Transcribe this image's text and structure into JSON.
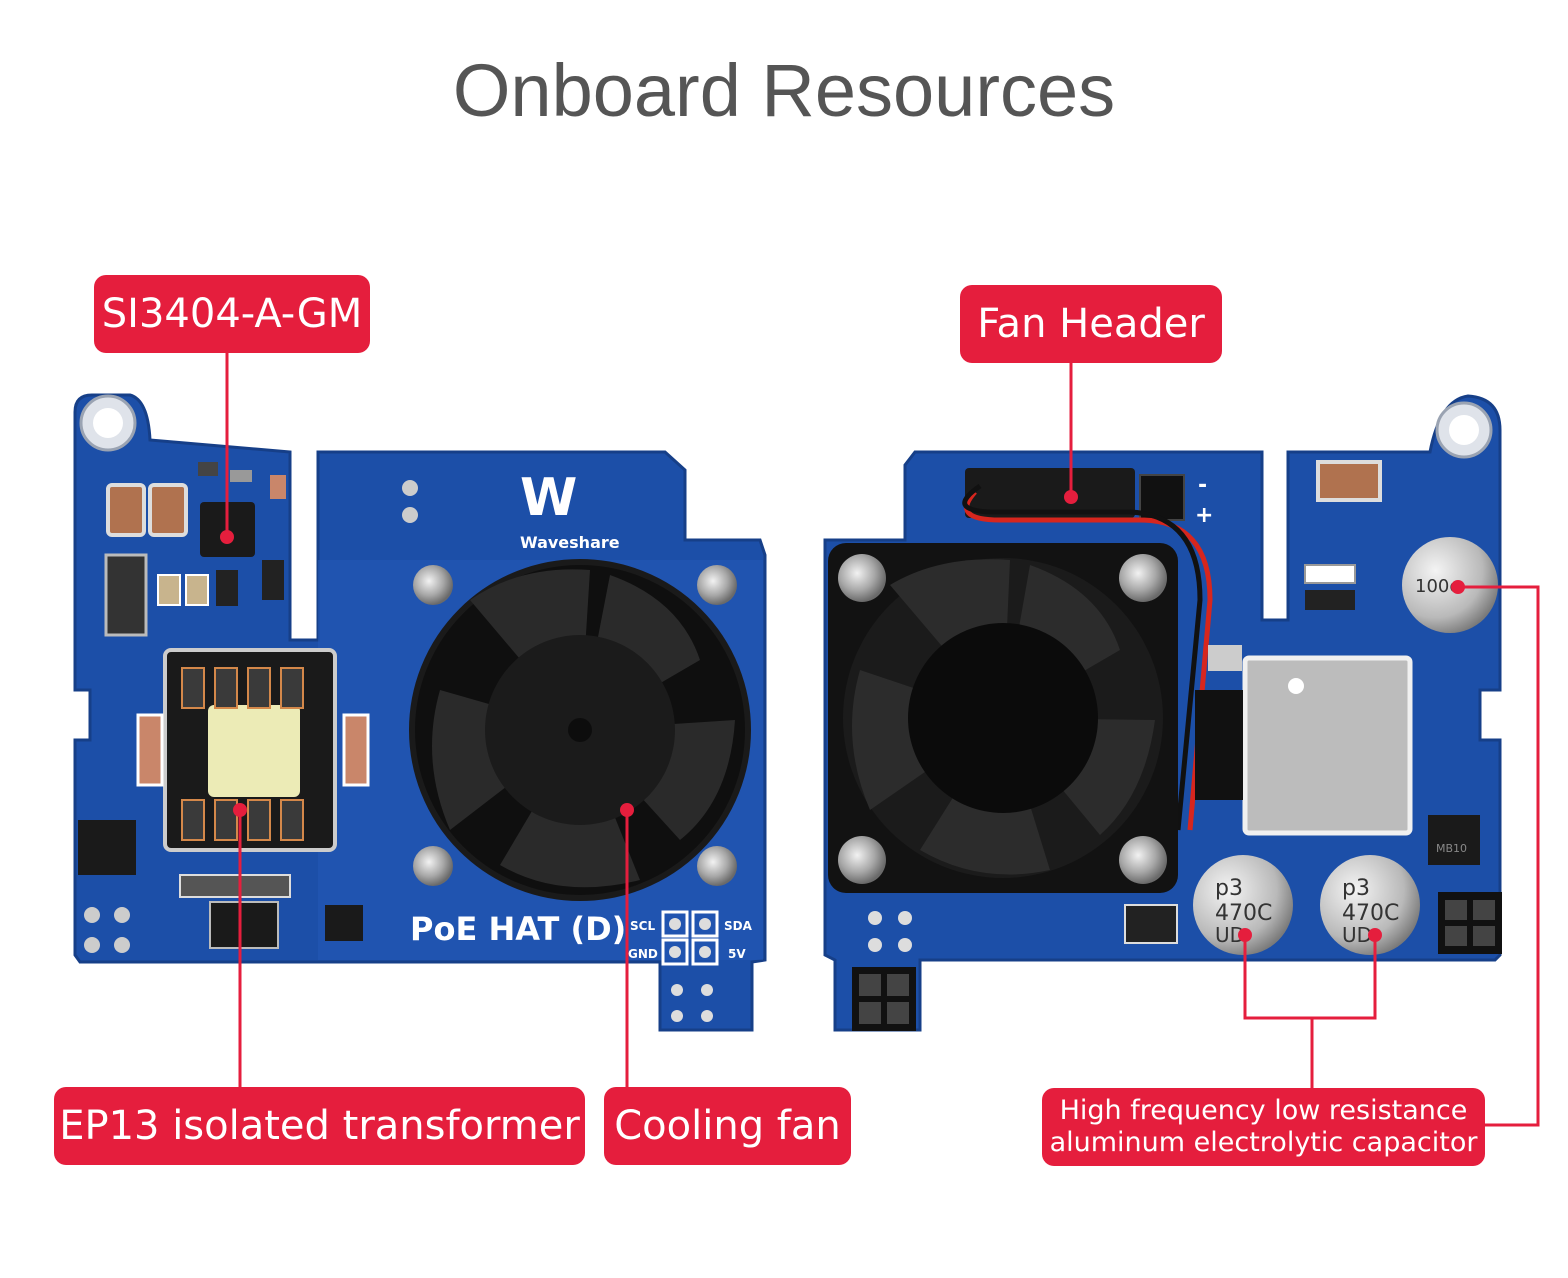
{
  "title": "Onboard Resources",
  "colors": {
    "accent": "#e51e3d",
    "pcb": "#1c4fa8",
    "pcb_dark": "#163f88"
  },
  "callouts": {
    "chip": "SI3404-A-GM",
    "fan_header": "Fan Header",
    "transformer": "EP13 isolated transformer",
    "cooling_fan": "Cooling fan",
    "capacitor_line1": "High frequency low resistance",
    "capacitor_line2": "aluminum electrolytic capacitor"
  },
  "board_silkscreen": {
    "brand": "Waveshare",
    "product": "PoE HAT (D)",
    "pin_scl": "SCL",
    "pin_sda": "SDA",
    "pin_gnd": "GND",
    "pin_5v": "5V",
    "fan_minus": "-",
    "fan_plus": "+",
    "cap_text_1": "p3",
    "cap_text_2": "470C",
    "cap_text_3": "UD",
    "small_cap_text": "100c",
    "ic_text": "MB10"
  }
}
